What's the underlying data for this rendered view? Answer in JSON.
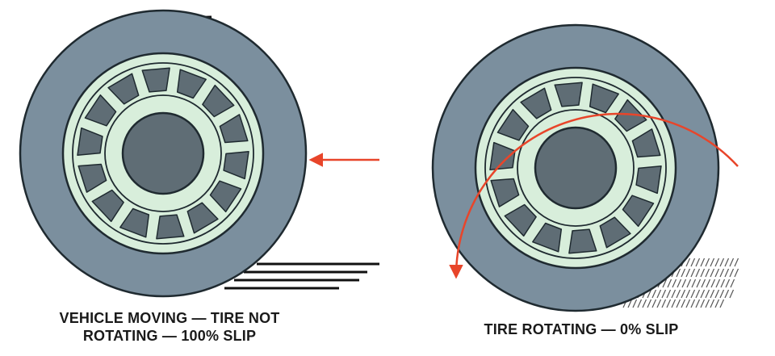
{
  "captions": {
    "left_line1": "VEHICLE MOVING — TIRE NOT",
    "left_line2": "ROTATING — 100% SLIP",
    "right": "TIRE ROTATING — 0% SLIP"
  },
  "colors": {
    "tire": "#7b8f9e",
    "tire_outline": "#1f2a30",
    "wheel": "#d8eedb",
    "hub": "#5f6d75",
    "spoke_slot": "#5f6d75",
    "arrow": "#e8452a",
    "skid_marks": "#111111"
  },
  "icons": {
    "motion_arrow": "arrow-left-icon",
    "rotation_arrow": "curved-arrow-counterclockwise-icon"
  }
}
